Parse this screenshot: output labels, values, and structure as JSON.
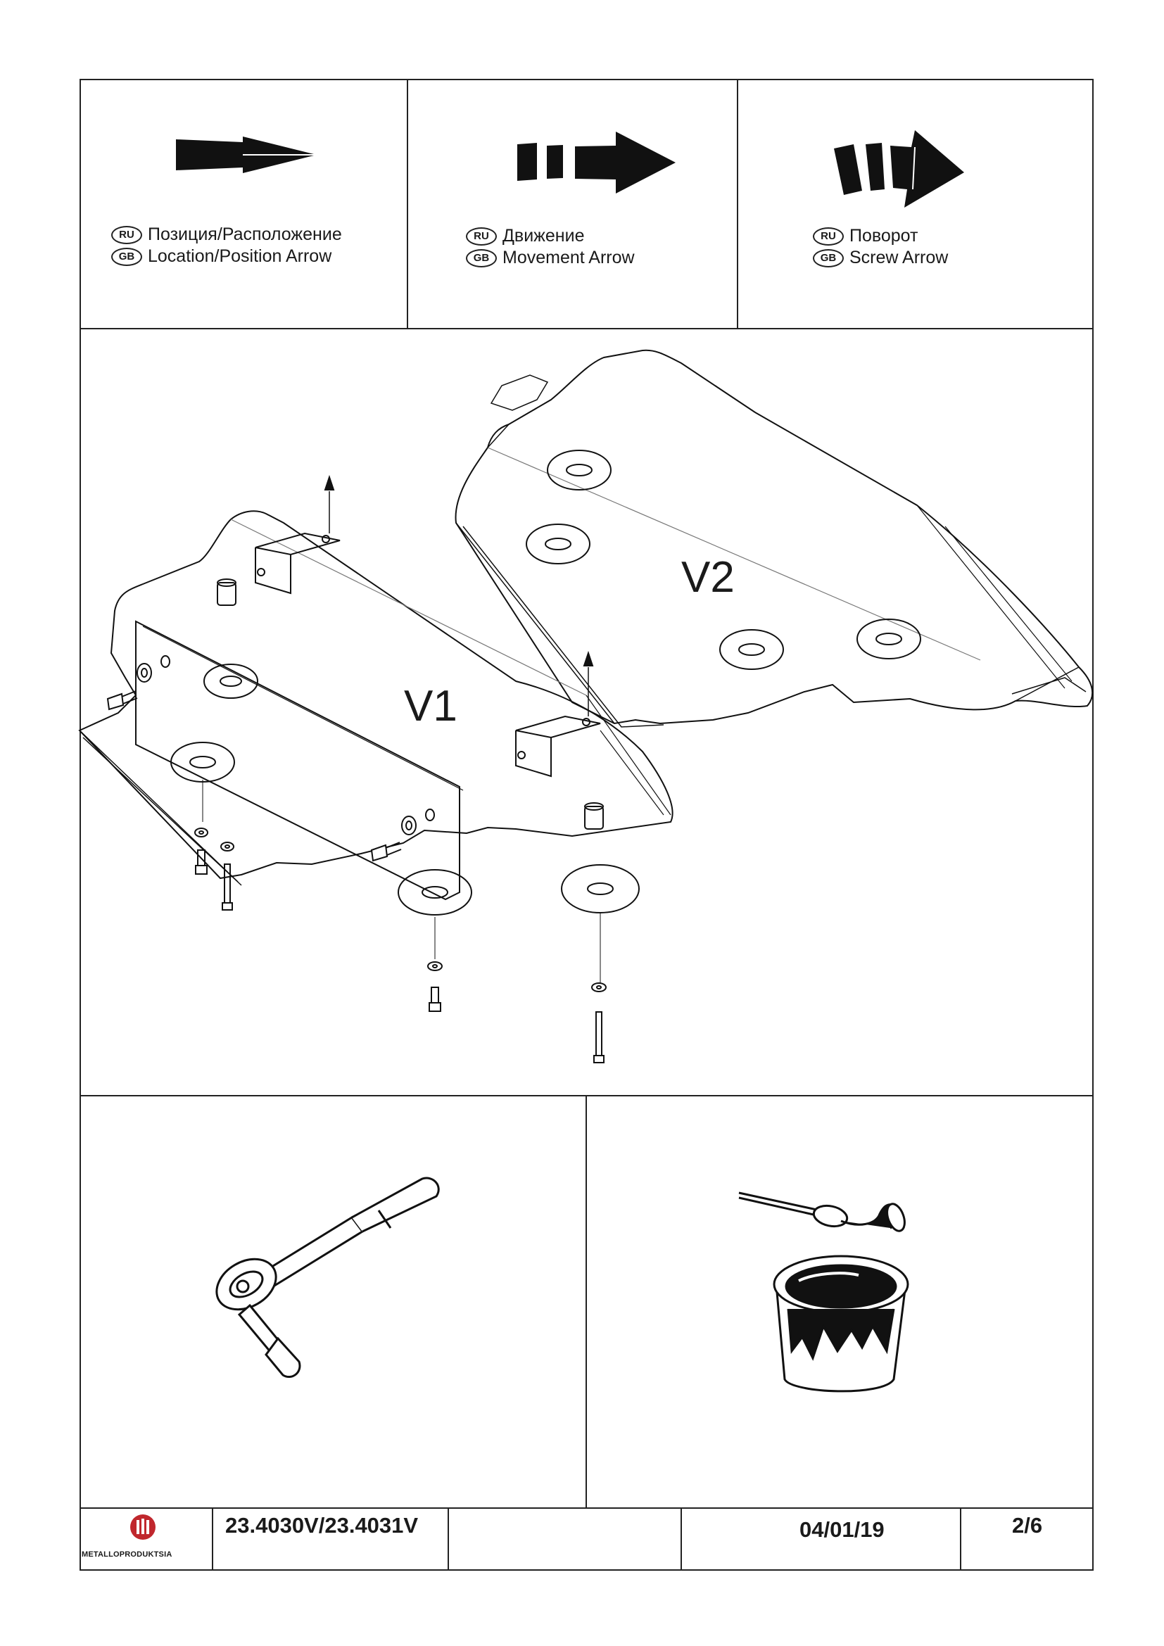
{
  "legend": [
    {
      "badge_ru": "RU",
      "badge_gb": "GB",
      "text_ru": "Позиция/Расположение",
      "text_gb": "Location/Position Arrow"
    },
    {
      "badge_ru": "RU",
      "badge_gb": "GB",
      "text_ru": "Движение",
      "text_gb": "Movement Arrow"
    },
    {
      "badge_ru": "RU",
      "badge_gb": "GB",
      "text_ru": "Поворот",
      "text_gb": "Screw Arrow"
    }
  ],
  "diagram": {
    "part_1": "V1",
    "part_2": "V2"
  },
  "footer": {
    "logo_text": "METALLOPRODUKTSIA",
    "part_number": "23.4030V/23.4031V",
    "blank": "",
    "date": "04/01/19",
    "page": "2/6"
  }
}
